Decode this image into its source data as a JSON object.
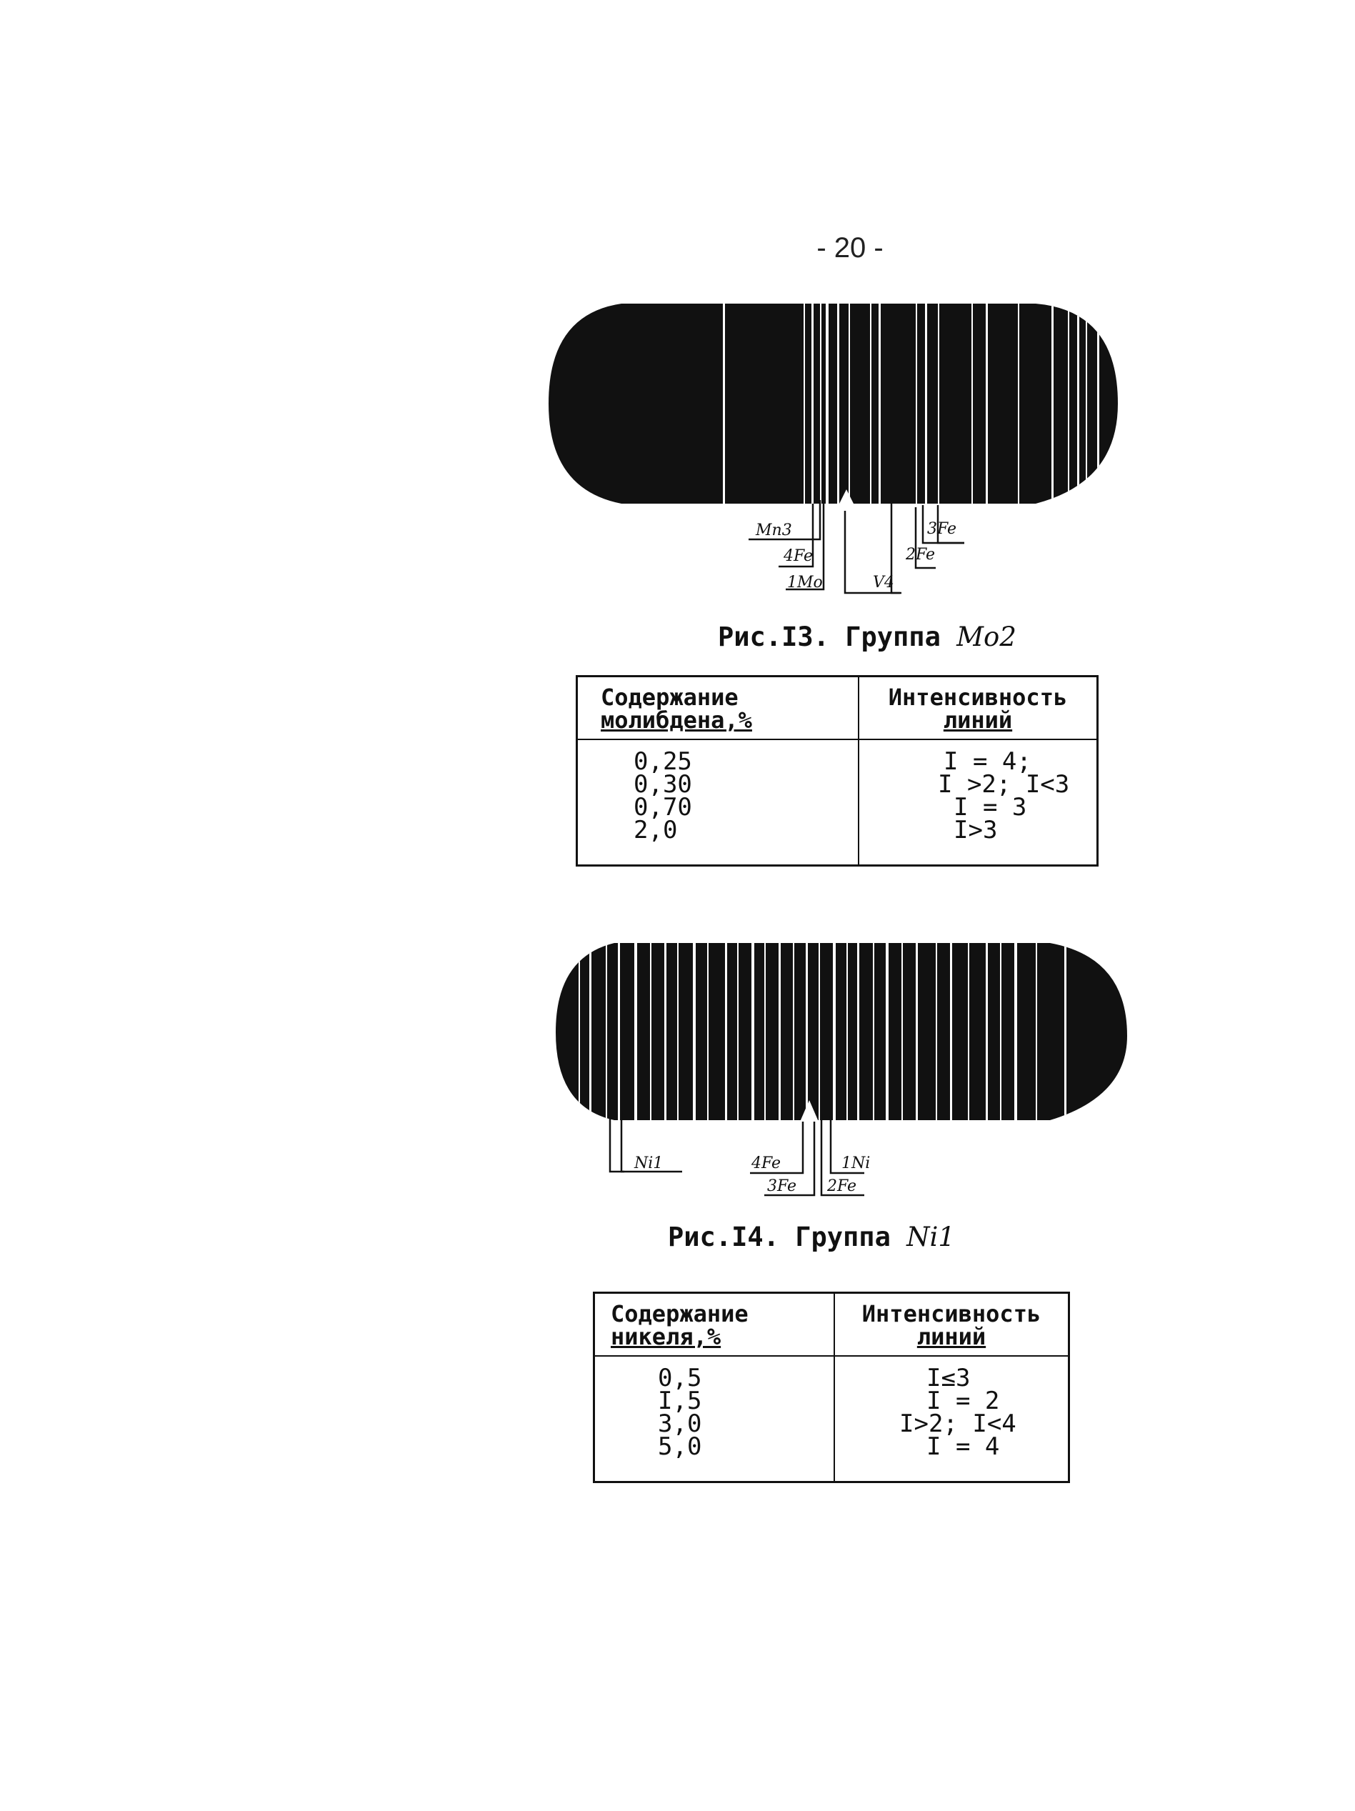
{
  "page_number": "- 20 -",
  "figure13": {
    "caption_prefix": "Рис.I3. Группа",
    "caption_group": "Mo2",
    "labels": [
      "Mn3",
      "4Fe",
      "1Mo",
      "V4",
      "3Fe",
      "2Fe"
    ]
  },
  "table13": {
    "col1_header_line1": "Содержание",
    "col1_header_line2": "молибдена,%",
    "col2_header_line1": "Интенсивность",
    "col2_header_line2": "линий",
    "rows": [
      {
        "content": "0,25",
        "intensity": "I = 4;"
      },
      {
        "content": "0,30",
        "intensity": "I >2; I<3"
      },
      {
        "content": "0,70",
        "intensity": "I = 3"
      },
      {
        "content": "2,0",
        "intensity": "I>3"
      }
    ]
  },
  "figure14": {
    "caption_prefix": "Рис.I4. Группа",
    "caption_group": "Ni1",
    "labels": [
      "Ni1",
      "4Fe",
      "3Fe",
      "1Ni",
      "2Fe"
    ]
  },
  "table14": {
    "col1_header_line1": "Содержание",
    "col1_header_line2": "никеля,%",
    "col2_header_line1": "Интенсивность",
    "col2_header_line2": "линий",
    "rows": [
      {
        "content": "0,5",
        "intensity": "I≤3"
      },
      {
        "content": "I,5",
        "intensity": "I = 2"
      },
      {
        "content": "3,0",
        "intensity": "I>2; I<4"
      },
      {
        "content": "5,0",
        "intensity": "I = 4"
      }
    ]
  }
}
